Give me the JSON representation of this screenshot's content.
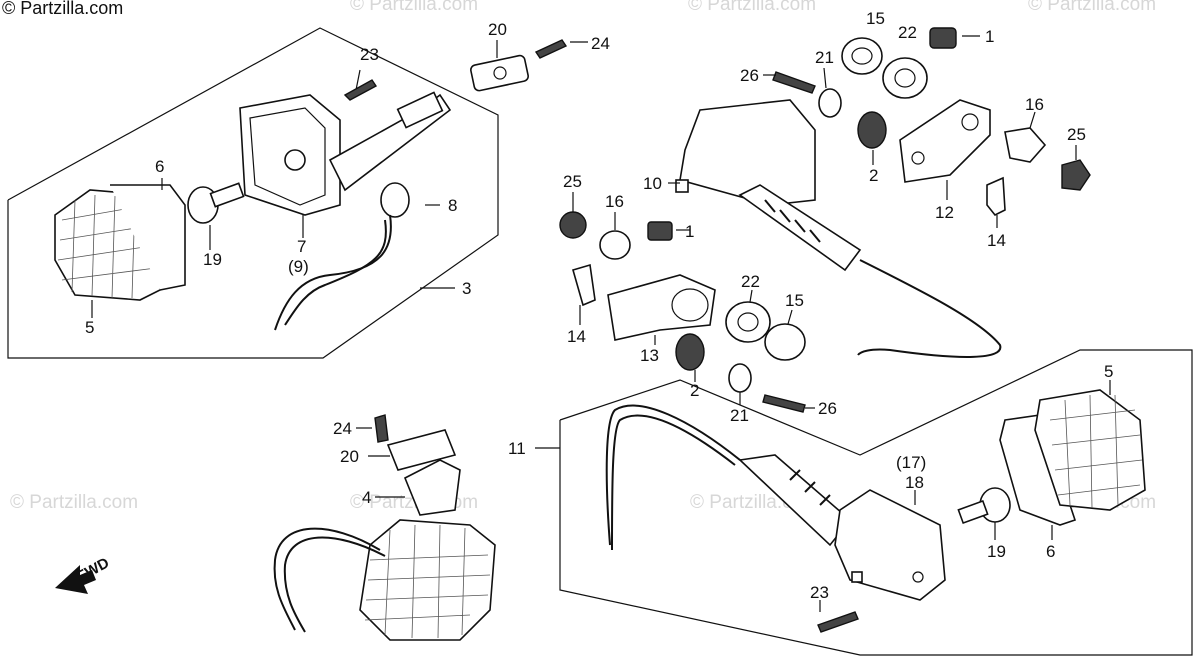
{
  "copyright": "© Partzilla.com",
  "watermark": "© Partzilla.com",
  "fwd_label": "FWD",
  "callouts": {
    "c1_top": "1",
    "c1_mid": "1",
    "c2_top": "2",
    "c2_mid": "2",
    "c3": "3",
    "c4": "4",
    "c5_left": "5",
    "c5_right": "5",
    "c6_left": "6",
    "c6_right": "6",
    "c7": "7",
    "c9": "(9)",
    "c8": "8",
    "c10": "10",
    "c11": "11",
    "c12": "12",
    "c13": "13",
    "c14_top": "14",
    "c14_mid": "14",
    "c15_top": "15",
    "c15_mid": "15",
    "c16_top": "16",
    "c16_mid": "16",
    "c17": "(17)",
    "c18": "18",
    "c19_left": "19",
    "c19_right": "19",
    "c20_top": "20",
    "c20_bottom": "20",
    "c21_top": "21",
    "c21_mid": "21",
    "c22_top": "22",
    "c22_mid": "22",
    "c23_top": "23",
    "c23_bottom": "23",
    "c24_top": "24",
    "c24_bottom": "24",
    "c25_top": "25",
    "c25_mid": "25",
    "c26_top": "26",
    "c26_mid": "26"
  }
}
